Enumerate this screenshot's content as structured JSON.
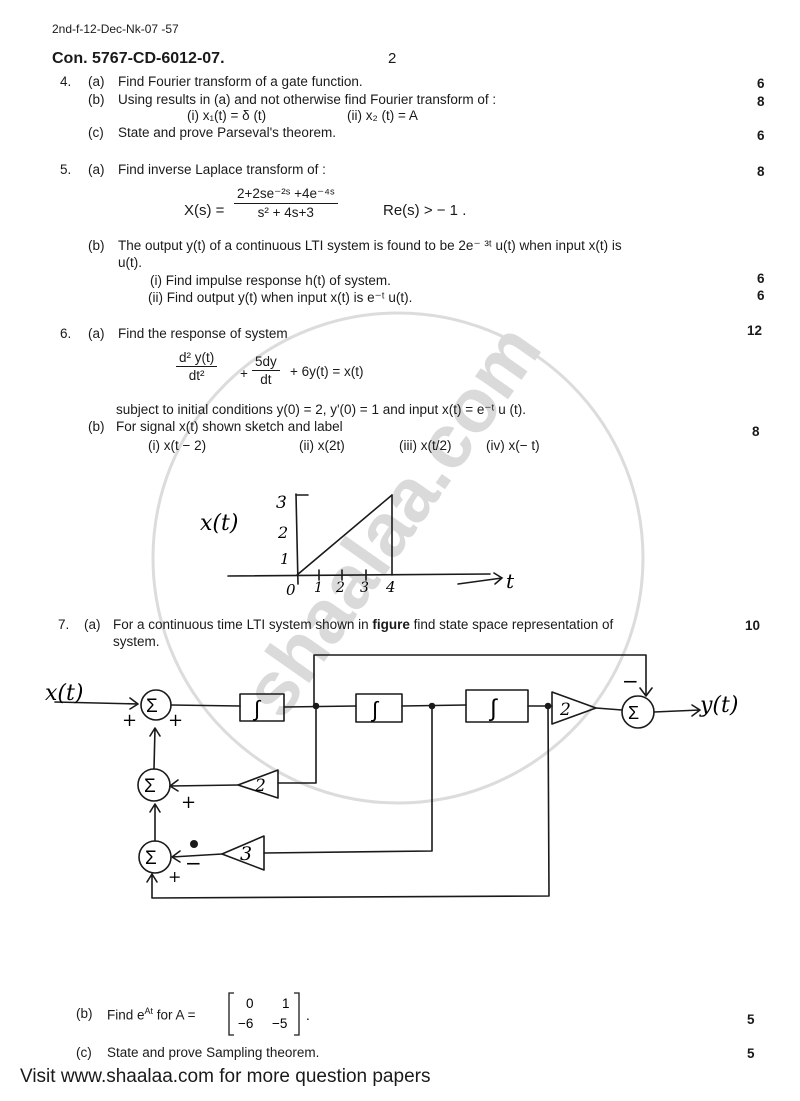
{
  "header": {
    "code_line": "2nd-f-12-Dec-Nk-07 -57",
    "con_line": "Con. 5767-CD-6012-07.",
    "page_no": "2"
  },
  "watermark": "shaalaa.com",
  "q4": {
    "num": "4.",
    "a_label": "(a)",
    "a_text": "Find Fourier transform of a gate function.",
    "a_marks": "6",
    "b_label": "(b)",
    "b_text": "Using results in (a) and not otherwise find Fourier transform of  :",
    "b_marks": "8",
    "b_i": "(i)  x₁(t) = δ (t)",
    "b_ii": "(ii)  x₂ (t) = A",
    "c_label": "(c)",
    "c_text": "State and prove Parseval's theorem.",
    "c_marks": "6"
  },
  "q5": {
    "num": "5.",
    "a_label": "(a)",
    "a_text": "Find inverse Laplace transform of :",
    "a_marks": "8",
    "eq_lhs": "X(s) =",
    "eq_num": "2+2se⁻²ˢ +4e⁻⁴ˢ",
    "eq_den": "s² + 4s+3",
    "eq_roc": "Re(s) > − 1 .",
    "b_label": "(b)",
    "b_text": "The output y(t) of a continuous LTI system is found to be 2e⁻ ³ᵗ u(t) when input x(t) is",
    "b_text2": "u(t).",
    "b_i": "(i)   Find impulse response h(t) of system.",
    "b_i_marks": "6",
    "b_ii": "(ii)   Find output y(t) when input x(t) is e⁻ᵗ u(t).",
    "b_ii_marks": "6"
  },
  "q6": {
    "num": "6.",
    "a_label": "(a)",
    "a_text": "Find the response of system",
    "a_marks": "12",
    "eq_t1_num": "d² y(t)",
    "eq_t1_den": "dt²",
    "eq_plus1": "+",
    "eq_t2_num": "5dy",
    "eq_t2_den": "dt",
    "eq_rest": "+ 6y(t) = x(t)",
    "cond": "subject to initial conditions y(0) = 2, y'(0) = 1  and input x(t) = e⁻ᵗ u (t).",
    "b_label": "(b)",
    "b_text": "For signal x(t) shown sketch and label",
    "b_marks": "8",
    "b_i": "(i)   x(t − 2)",
    "b_ii": "(ii) x(2t)",
    "b_iii": "(iii)  x(t/2)",
    "b_iv": "(iv)  x(− t)",
    "sketch": {
      "ylabel": "x(t)",
      "xlabel": "t",
      "yticks": [
        "1",
        "2",
        "3"
      ],
      "xticks": [
        "0",
        "1",
        "2",
        "3",
        "4"
      ]
    }
  },
  "q7": {
    "num": "7.",
    "a_label": "(a)",
    "a_text_pre": "For a continuous time LTI system shown in ",
    "a_text_bold": "figure",
    "a_text_post": " find state space representation of",
    "a_text2": "system.",
    "a_marks": "10",
    "diagram": {
      "input": "x(t)",
      "output": "y(t)",
      "sum": "Σ",
      "integ": "∫",
      "gain_out": "2",
      "gain_mid": "2",
      "gain_low": "3",
      "plus": "+",
      "minus": "−"
    },
    "b_label": "(b)",
    "b_text": "Find e",
    "b_sup": "At",
    "b_text2": " for A =",
    "b_marks": "5",
    "matrix": [
      "0",
      "1",
      "−6",
      "−5"
    ],
    "c_label": "(c)",
    "c_text": "State and prove Sampling theorem.",
    "c_marks": "5"
  },
  "footer": "Visit www.shaalaa.com for more question papers"
}
